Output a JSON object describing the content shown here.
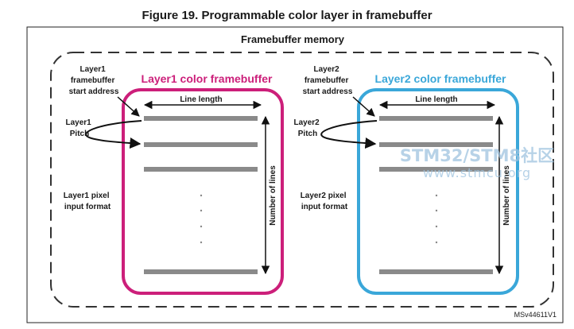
{
  "figure_title": "Figure 19. Programmable color layer in framebuffer",
  "memory_title": "Framebuffer memory",
  "layer1": {
    "title": "Layer1 color framebuffer",
    "start_address_lines": [
      "Layer1",
      "framebuffer",
      "start address"
    ],
    "pitch_lines": [
      "Layer1",
      "Pitch"
    ],
    "pixel_format_lines": [
      "Layer1 pixel",
      "input format"
    ],
    "line_length": "Line length",
    "number_of_lines": "Number of lines",
    "color": "#cc1f7a"
  },
  "layer2": {
    "title": "Layer2 color framebuffer",
    "start_address_lines": [
      "Layer2",
      "framebuffer",
      "start address"
    ],
    "pitch_lines": [
      "Layer2",
      "Pitch"
    ],
    "pixel_format_lines": [
      "Layer2 pixel",
      "input format"
    ],
    "line_length": "Line length",
    "number_of_lines": "Number of lines",
    "color": "#3aa7d9"
  },
  "watermark": {
    "line1": "STM32/STM8社区",
    "line2": "www.stmcu.org"
  },
  "figure_id": "MSv44611V1"
}
